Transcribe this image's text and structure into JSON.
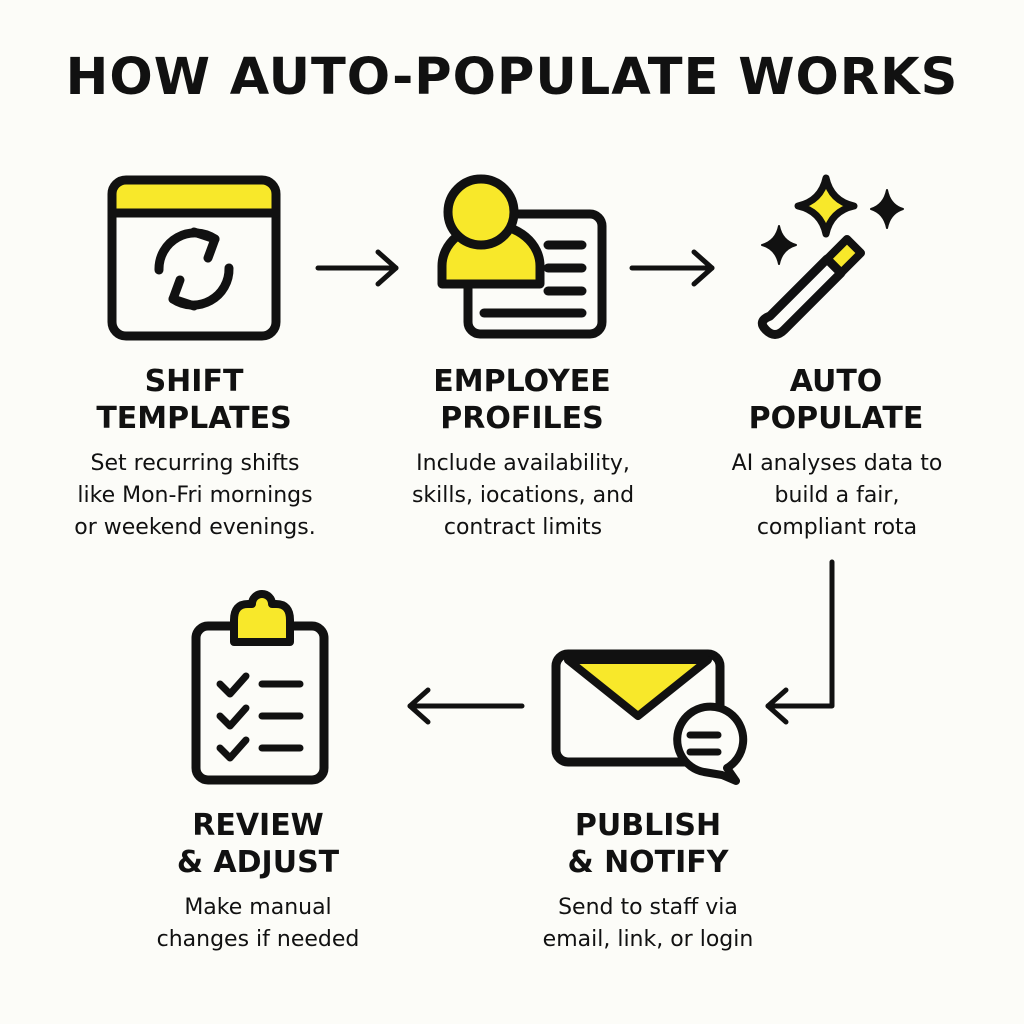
{
  "title": "HOW AUTO-POPULATE WORKS",
  "colors": {
    "accent": "#f8e82a",
    "ink": "#111111",
    "background": "#fcfcf8"
  },
  "steps": [
    {
      "icon": "calendar-refresh-icon",
      "title": "SHIFT\nTEMPLATES",
      "description": "Set recurring shifts\nlike Mon-Fri mornings\nor weekend evenings."
    },
    {
      "icon": "profile-card-icon",
      "title": "EMPLOYEE\nPROFILES",
      "description": "Include availability,\nskills, iocations, and\ncontract limits"
    },
    {
      "icon": "magic-wand-icon",
      "title": "AUTO\nPOPULATE",
      "description": "AI analyses data to\nbuild a fair,\ncompliant rota"
    },
    {
      "icon": "envelope-chat-icon",
      "title": "PUBLISH\n& NOTIFY",
      "description": "Send to staff via\nemail, link, or login"
    },
    {
      "icon": "clipboard-checklist-icon",
      "title": "REVIEW\n& ADJUST",
      "description": "Make manual\nchanges if needed"
    }
  ]
}
